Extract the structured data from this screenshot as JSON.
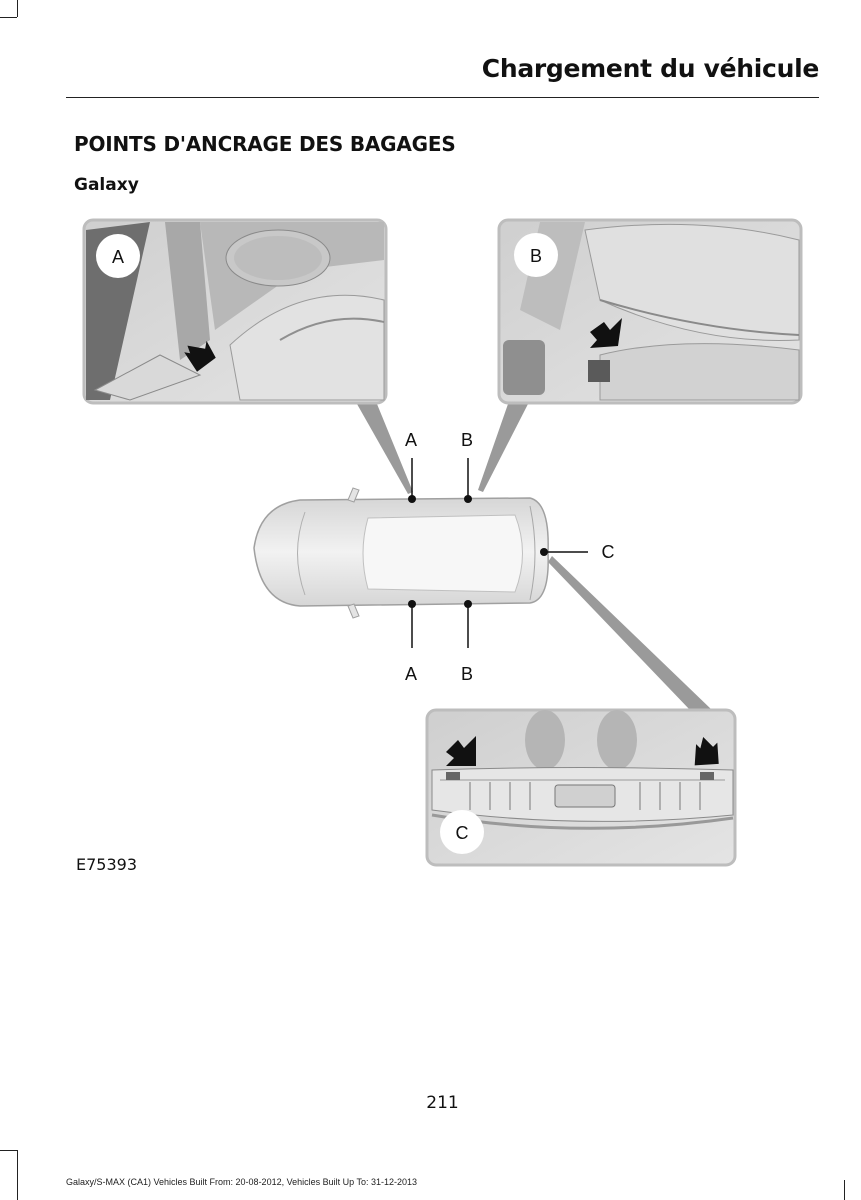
{
  "header": {
    "chapter_title": "Chargement du véhicule"
  },
  "section": {
    "heading": "POINTS D'ANCRAGE DES BAGAGES",
    "subheading": "Galaxy"
  },
  "figure": {
    "id": "E75393",
    "inset_labels": {
      "a": "A",
      "b": "B",
      "c": "C"
    },
    "callout_labels": {
      "a_top": "A",
      "b_top": "B",
      "c_side": "C",
      "a_bottom": "A",
      "b_bottom": "B"
    }
  },
  "page": {
    "number": "211"
  },
  "footer": {
    "text": "Galaxy/S-MAX (CA1) Vehicles Built From: 20-08-2012, Vehicles Built Up To: 31-12-2013"
  }
}
